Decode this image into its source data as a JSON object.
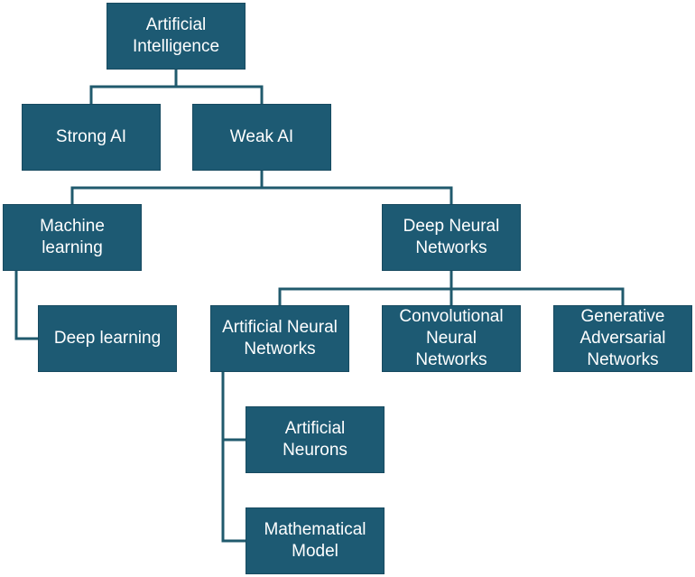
{
  "nodes": {
    "ai": "Artificial\nIntelligence",
    "strong_ai": "Strong AI",
    "weak_ai": "Weak AI",
    "machine_learning": "Machine\nlearning",
    "deep_neural_networks": "Deep Neural\nNetworks",
    "deep_learning": "Deep learning",
    "artificial_neural_networks": "Artificial Neural\nNetworks",
    "convolutional_neural_networks": "Convolutional\nNeural\nNetworks",
    "generative_adversarial_networks": "Generative\nAdversarial\nNetworks",
    "artificial_neurons": "Artificial\nNeurons",
    "mathematical_model": "Mathematical\nModel"
  },
  "colors": {
    "box_fill": "#1d5a73",
    "connector": "#205a6d",
    "text": "#ffffff"
  }
}
